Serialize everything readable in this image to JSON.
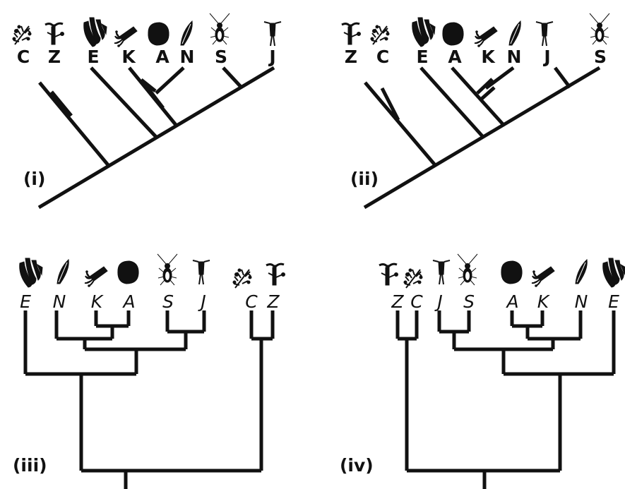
{
  "panels": [
    {
      "label": "(i)",
      "tips": [
        "C",
        "Z",
        "E",
        "K",
        "A",
        "N",
        "S",
        "J"
      ]
    },
    {
      "label": "(ii)",
      "tips": [
        "Z",
        "C",
        "E",
        "A",
        "K",
        "N",
        "J",
        "S"
      ]
    },
    {
      "label": "(iii)",
      "tips": [
        "E",
        "N",
        "K",
        "A",
        "S",
        "J",
        "C",
        "Z"
      ]
    },
    {
      "label": "(iv)",
      "tips": [
        "Z",
        "C",
        "J",
        "S",
        "A",
        "K",
        "N",
        "E"
      ]
    }
  ],
  "organism_icons": {
    "C": "coral-branch-icon",
    "Z": "hydrozoan-polyp-icon",
    "E": "sea-pen-icon",
    "K": "squid-icon",
    "A": "sponge-blob-icon",
    "N": "feather-leaf-icon",
    "S": "insect-icon",
    "J": "copepod-icon"
  },
  "colors": {
    "ink": "#111111",
    "background": "#ffffff"
  }
}
